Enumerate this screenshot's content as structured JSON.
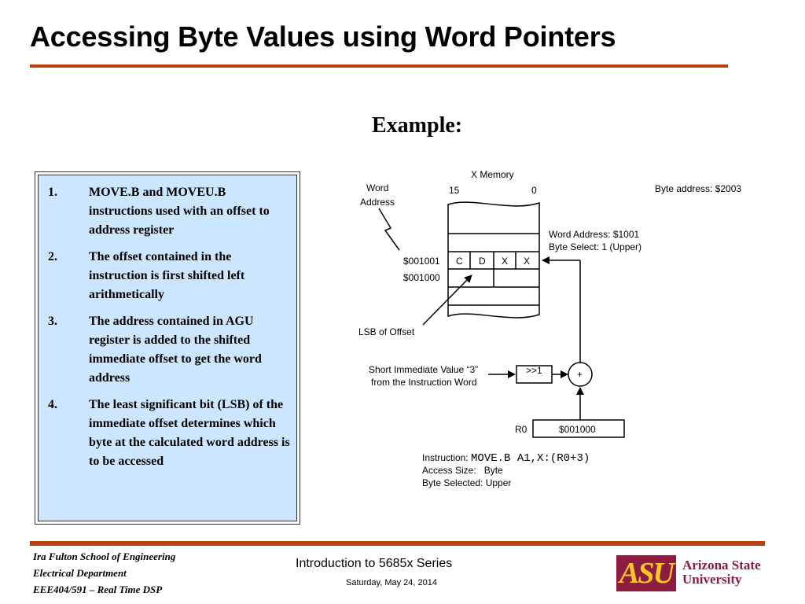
{
  "slide": {
    "title": "Accessing Byte Values using Word Pointers",
    "subtitle": "Example:",
    "list": [
      {
        "num": "1.",
        "text": "MOVE.B and MOVEU.B instructions used with an offset to address register"
      },
      {
        "num": "2.",
        "text": "The offset contained in the instruction is first shifted left arithmetically"
      },
      {
        "num": "3.",
        "text": "The address contained in AGU register is added to the shifted immediate offset to get the word address"
      },
      {
        "num": "4.",
        "text": "The least significant bit (LSB) of the immediate offset determines which byte at the calculated word address is to be accessed"
      }
    ]
  },
  "diagram": {
    "memory_label": "X Memory",
    "bit_high": "15",
    "bit_low": "0",
    "word_label_1": "Word",
    "word_label_2": "Address",
    "byte_address": "Byte address: $2003",
    "addr_1001": "$001001",
    "addr_1000": "$001000",
    "cell_c": "C",
    "cell_d": "D",
    "cell_x1": "X",
    "cell_x2": "X",
    "word_addr": "Word Address: $1001",
    "byte_select": "Byte Select: 1 (Upper)",
    "lsb_label": "LSB of Offset",
    "short_imm_1": "Short Immediate Value “3”",
    "short_imm_2": "from the Instruction Word",
    "shift_label": ">>1",
    "plus": "+",
    "reg_name": "R0",
    "reg_value": "$001000",
    "instr_label": "Instruction: ",
    "instr_code": "MOVE.B A1,X:(R0+3)",
    "access_size": "Access Size:   Byte",
    "byte_selected": "Byte Selected: Upper"
  },
  "footer": {
    "line1": "Ira Fulton School of Engineering",
    "line2": "Electrical Department",
    "line3": "EEE404/591 – Real Time DSP",
    "center": "Introduction to 5685x Series",
    "date": "Saturday, May 24, 2014",
    "logo_mark": "ASU",
    "logo_line1": "Arizona State",
    "logo_line2": "University"
  },
  "colors": {
    "rule": "#b5420f",
    "box_bg": "#cce6ff",
    "asu_maroon": "#8c1d40",
    "asu_gold": "#ffc627"
  }
}
